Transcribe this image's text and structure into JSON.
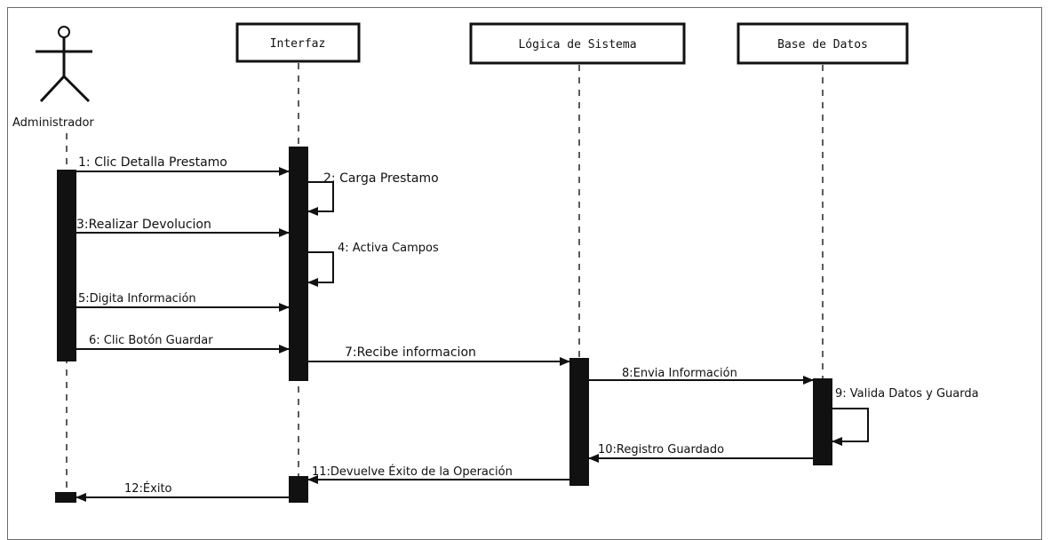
{
  "actor": {
    "name": "Administrador"
  },
  "participants": [
    {
      "id": "interfaz",
      "name": "Interfaz"
    },
    {
      "id": "logica",
      "name": "Lógica de Sistema"
    },
    {
      "id": "bd",
      "name": "Base de Datos"
    }
  ],
  "messages": [
    {
      "label": "1: Clic Detalla Prestamo"
    },
    {
      "label": "2: Carga Prestamo"
    },
    {
      "label": "3:Realizar Devolucion"
    },
    {
      "label": "4: Activa Campos"
    },
    {
      "label": "5:Digita Información"
    },
    {
      "label": "6: Clic Botón Guardar"
    },
    {
      "label": "7:Recibe informacion"
    },
    {
      "label": "8:Envia Información"
    },
    {
      "label": "9:  Valida Datos y Guarda"
    },
    {
      "label": "10:Registro Guardado"
    },
    {
      "label": "11:Devuelve Éxito de la Operación"
    },
    {
      "label": "12:Éxito"
    }
  ]
}
